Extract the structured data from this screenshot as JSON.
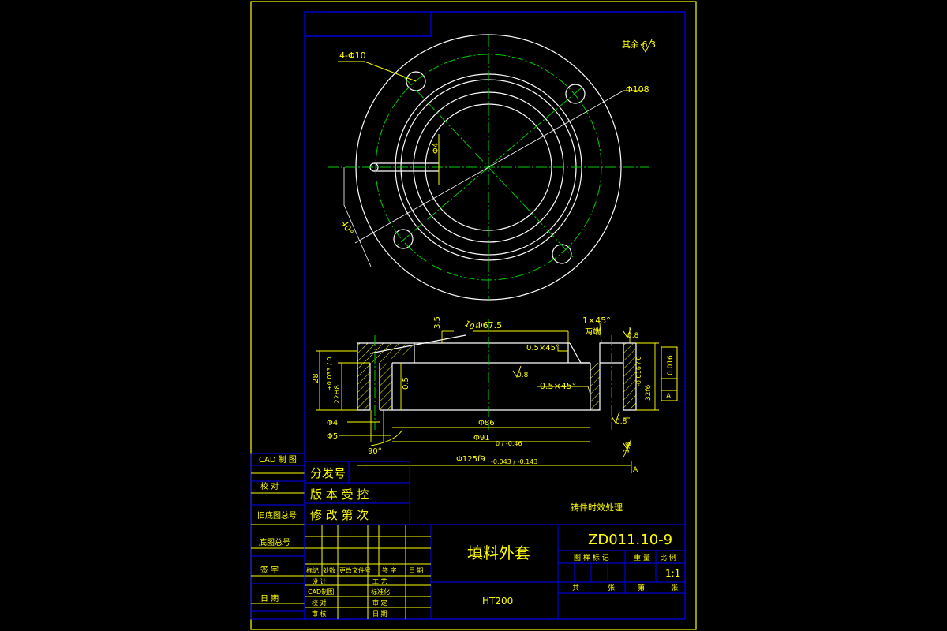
{
  "colors": {
    "background": "#000000",
    "frame": "#ffff00",
    "border": "#0000ff",
    "geometry": "#ffffff",
    "centerline": "#00cc00",
    "dimension": "#ffff00"
  },
  "top_view": {
    "holes_label": "4-Φ10",
    "outer_dia_label": "Φ108",
    "small_hole_label": "Φ4",
    "angle_label": "40°"
  },
  "roughness_note": "其余 6.3",
  "section_view": {
    "chamfer_note_1": "1×45°",
    "chamfer_note_1b": "两端",
    "dim_3_5": "3.5",
    "angle_10": "10°",
    "dia_67_5": "Φ67.5",
    "chamfer_0_5_top": "0.5×45°",
    "chamfer_0_5_mid": "0.5×45°",
    "roughness_0_8_a": "0.8",
    "roughness_0_8_b": "0.8",
    "roughness_0_8_c": "0.8",
    "roughness_1_6": "1.6",
    "height_28": "28",
    "height_dim": "22H8",
    "height_tol": "+0.033 / 0",
    "dim_0_5": "0.5",
    "height_32": "32f6",
    "height_32_tol": "-0.016 / 0",
    "flatness": "0.016",
    "datum_A": "A",
    "dia_4": "Φ4",
    "dia_5": "Φ5",
    "angle_90": "90°",
    "dia_86": "Φ86",
    "dia_91": "Φ91",
    "dia_91_tol": "0 / -0.46",
    "dia_125": "Φ125f9",
    "dia_125_tol": "-0.043 / -0.143",
    "datum_ref": "A"
  },
  "note_heat": "铸件时效处理",
  "left_strip": {
    "row1": "CAD 制 图",
    "row2": "校  对",
    "row3": "旧底图总号",
    "row4": "底图总号",
    "row5": "签  字",
    "row6": "日  期"
  },
  "small_table": {
    "r1": "分发号",
    "r2": "版 本 受 控",
    "r3": "修 改 第 次"
  },
  "title_block": {
    "part_name": "填料外套",
    "material": "HT200",
    "drawing_no": "ZD011.10-9",
    "header_marks": "图 样 标 记",
    "header_weight": "重 量",
    "header_scale": "比 例",
    "scale_value": "1:1",
    "sheet_total": "共",
    "sheet_unit": "张",
    "sheet_no": "第",
    "sheet_unit2": "张",
    "rev_mark": "标记",
    "rev_count": "处数",
    "rev_file": "更改文件号",
    "rev_sign": "签 字",
    "rev_date": "日 期",
    "sign_design": "设 计",
    "sign_cad": "CAD制图",
    "sign_check": "校 对",
    "sign_audit": "审 核",
    "sign_process": "工 艺",
    "sign_standard": "标准化",
    "sign_approve": "审 定",
    "sign_date": "日 期"
  }
}
